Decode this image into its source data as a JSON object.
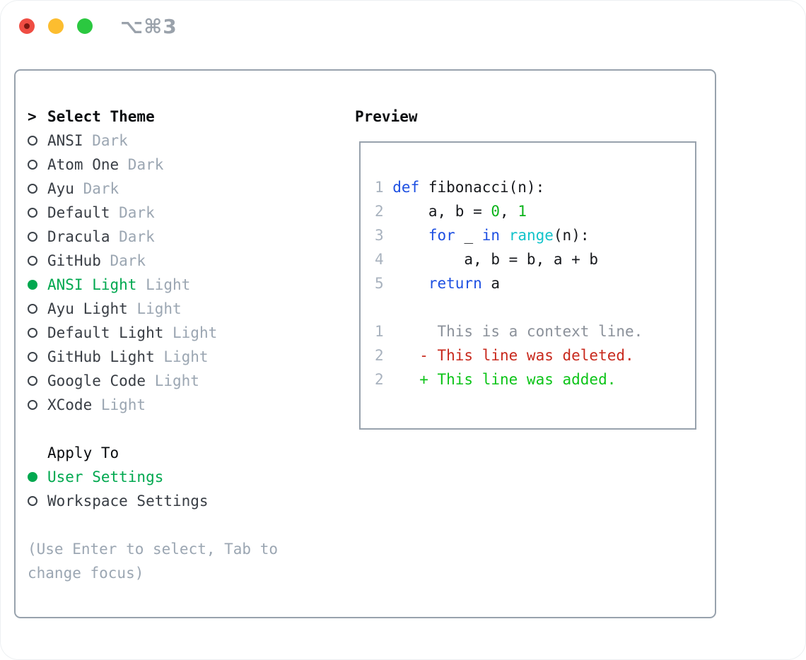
{
  "titlebar": {
    "shortcut": "⌥⌘3"
  },
  "theme_panel": {
    "header_marker": ">",
    "header": "Select Theme",
    "items": [
      {
        "name": "ANSI",
        "variant": "Dark",
        "selected": false
      },
      {
        "name": "Atom One",
        "variant": "Dark",
        "selected": false
      },
      {
        "name": "Ayu",
        "variant": "Dark",
        "selected": false
      },
      {
        "name": "Default",
        "variant": "Dark",
        "selected": false
      },
      {
        "name": "Dracula",
        "variant": "Dark",
        "selected": false
      },
      {
        "name": "GitHub",
        "variant": "Dark",
        "selected": false
      },
      {
        "name": "ANSI Light",
        "variant": "Light",
        "selected": true
      },
      {
        "name": "Ayu Light",
        "variant": "Light",
        "selected": false
      },
      {
        "name": "Default Light",
        "variant": "Light",
        "selected": false
      },
      {
        "name": "GitHub Light",
        "variant": "Light",
        "selected": false
      },
      {
        "name": "Google Code",
        "variant": "Light",
        "selected": false
      },
      {
        "name": "XCode",
        "variant": "Light",
        "selected": false
      }
    ],
    "apply_to": {
      "header": "Apply To",
      "options": [
        {
          "label": "User Settings",
          "selected": true
        },
        {
          "label": "Workspace Settings",
          "selected": false
        }
      ]
    },
    "hint": "(Use Enter to select, Tab to change focus)"
  },
  "preview": {
    "title": "Preview",
    "code_lines": [
      {
        "num": "1",
        "tokens": [
          {
            "t": "def",
            "c": "keyword"
          },
          {
            "t": " fibonacci(n):",
            "c": "plain"
          }
        ]
      },
      {
        "num": "2",
        "tokens": [
          {
            "t": "    a, b = ",
            "c": "plain"
          },
          {
            "t": "0",
            "c": "number"
          },
          {
            "t": ", ",
            "c": "plain"
          },
          {
            "t": "1",
            "c": "number"
          }
        ]
      },
      {
        "num": "3",
        "tokens": [
          {
            "t": "    ",
            "c": "plain"
          },
          {
            "t": "for",
            "c": "keyword"
          },
          {
            "t": " _ ",
            "c": "plain"
          },
          {
            "t": "in",
            "c": "keyword"
          },
          {
            "t": " ",
            "c": "plain"
          },
          {
            "t": "range",
            "c": "builtin"
          },
          {
            "t": "(n):",
            "c": "plain"
          }
        ]
      },
      {
        "num": "4",
        "tokens": [
          {
            "t": "        a, b = b, a + b",
            "c": "plain"
          }
        ]
      },
      {
        "num": "5",
        "tokens": [
          {
            "t": "    ",
            "c": "plain"
          },
          {
            "t": "return",
            "c": "keyword"
          },
          {
            "t": " a",
            "c": "plain"
          }
        ]
      },
      {
        "num": "",
        "tokens": []
      },
      {
        "num": "1",
        "tokens": [
          {
            "t": "     This is a context line.",
            "c": "context"
          }
        ]
      },
      {
        "num": "2",
        "tokens": [
          {
            "t": "   - This line was deleted.",
            "c": "deleted"
          }
        ]
      },
      {
        "num": "2",
        "tokens": [
          {
            "t": "   + This line was added.",
            "c": "added"
          }
        ]
      }
    ]
  },
  "colors": {
    "accent_green": "#00a84f",
    "keyword_blue": "#1e50e2",
    "builtin_cyan": "#12c3ca",
    "number_green": "#0bb31a",
    "deleted_red": "#c8291d",
    "added_green": "#0cc418",
    "context_gray": "#8b919a",
    "muted_gray": "#9ba6b2",
    "gutter_gray": "#a8b2be",
    "border_gray": "#98a2ad",
    "traffic_red": "#ef4d43",
    "traffic_yellow": "#fcbd2f",
    "traffic_green": "#2bc840"
  }
}
